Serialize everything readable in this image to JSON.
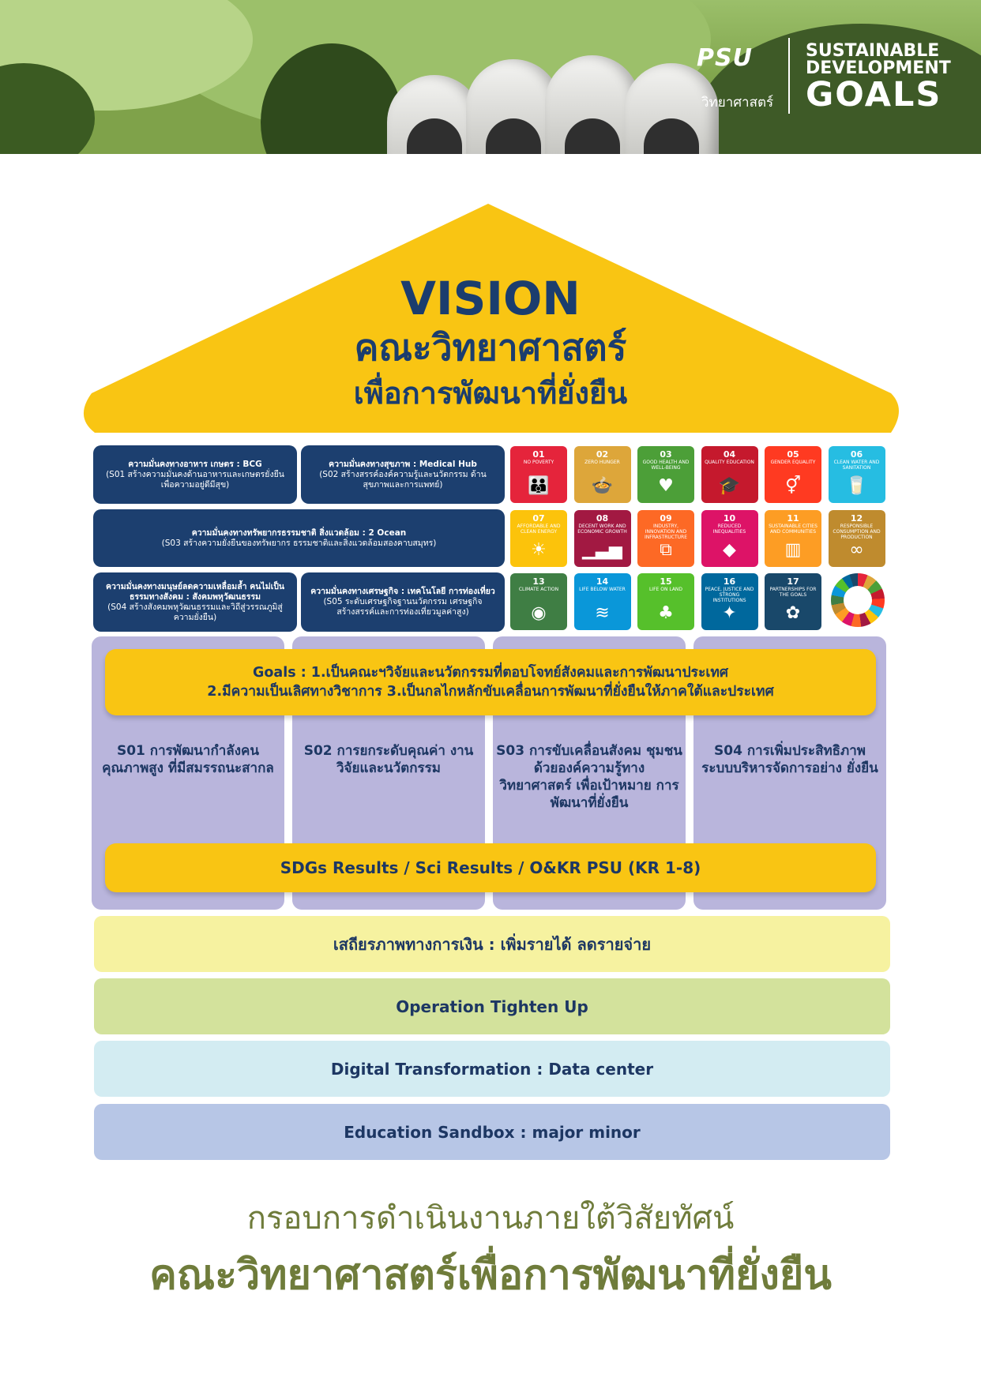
{
  "header": {
    "logo_psu": "PSU",
    "logo_faculty": "วิทยาศาสตร์",
    "sdg_line1": "SUSTAINABLE",
    "sdg_line2": "DEVELOPMENT",
    "sdg_line3": "GOALS"
  },
  "vision": {
    "title": "VISION",
    "line1": "คณะวิทยาศาสตร์",
    "line2": "เพื่อการพัฒนาที่ยั่งยืน"
  },
  "strategy_boxes": [
    {
      "title": "ความมั่นคงทางอาหาร เกษตร : BCG",
      "desc": "(S01 สร้างความมั่นคงด้านอาหารและเกษตรยั่งยืน เพื่อความอยู่ดีมีสุข)"
    },
    {
      "title": "ความมั่นคงทางสุขภาพ : Medical Hub",
      "desc": "(S02 สร้างสรรค์องค์ความรู้และนวัตกรรม ด้านสุขภาพและการแพทย์)"
    },
    {
      "title": "ความมั่นคงทางทรัพยากรธรรมชาติ สิ่งแวดล้อม : 2 Ocean",
      "desc": "(S03 สร้างความยั่งยืนของทรัพยากร ธรรมชาติและสิ่งแวดล้อมสองคาบสมุทร)"
    },
    {
      "title": "ความมั่นคงทางมนุษย์ลดความเหลื่อมล้ำ คนไม่เป็นธรรมทางสังคม : สังคมพหุวัฒนธรรม",
      "desc": "(S04 สร้างสังคมพหุวัฒนธรรมและวิถีสู่วรรณภูมิสู่ความยั่งยืน)"
    },
    {
      "title": "ความมั่นคงทางเศรษฐกิจ : เทคโนโลยี การท่องเที่ยว",
      "desc": "(S05 ระดับเศรษฐกิจฐานนวัตกรรม เศรษฐกิจสร้างสรรค์และการท่องเที่ยวมูลค่าสูง)"
    }
  ],
  "sdgs": [
    {
      "num": "01",
      "label": "NO POVERTY",
      "color": "#e5243b",
      "icon": "family-icon",
      "glyph": "👪"
    },
    {
      "num": "02",
      "label": "ZERO HUNGER",
      "color": "#dda63a",
      "icon": "bowl-icon",
      "glyph": "🍲"
    },
    {
      "num": "03",
      "label": "GOOD HEALTH AND WELL-BEING",
      "color": "#4c9f38",
      "icon": "heartbeat-icon",
      "glyph": "♥"
    },
    {
      "num": "04",
      "label": "QUALITY EDUCATION",
      "color": "#c5192d",
      "icon": "book-icon",
      "glyph": "🎓"
    },
    {
      "num": "05",
      "label": "GENDER EQUALITY",
      "color": "#ff3a21",
      "icon": "gender-icon",
      "glyph": "⚥"
    },
    {
      "num": "06",
      "label": "CLEAN WATER AND SANITATION",
      "color": "#26bde2",
      "icon": "water-icon",
      "glyph": "🥛"
    },
    {
      "num": "07",
      "label": "AFFORDABLE AND CLEAN ENERGY",
      "color": "#fcc30b",
      "icon": "sun-icon",
      "glyph": "☀"
    },
    {
      "num": "08",
      "label": "DECENT WORK AND ECONOMIC GROWTH",
      "color": "#a21942",
      "icon": "growth-chart-icon",
      "glyph": "▁▃▅"
    },
    {
      "num": "09",
      "label": "INDUSTRY, INNOVATION AND INFRASTRUCTURE",
      "color": "#fd6925",
      "icon": "cubes-icon",
      "glyph": "⧉"
    },
    {
      "num": "10",
      "label": "REDUCED INEQUALITIES",
      "color": "#dd1367",
      "icon": "equal-icon",
      "glyph": "◆"
    },
    {
      "num": "11",
      "label": "SUSTAINABLE CITIES AND COMMUNITIES",
      "color": "#fd9d24",
      "icon": "city-icon",
      "glyph": "▥"
    },
    {
      "num": "12",
      "label": "RESPONSIBLE CONSUMPTION AND PRODUCTION",
      "color": "#bf8b2e",
      "icon": "infinity-icon",
      "glyph": "∞"
    },
    {
      "num": "13",
      "label": "CLIMATE ACTION",
      "color": "#3f7e44",
      "icon": "eye-earth-icon",
      "glyph": "◉"
    },
    {
      "num": "14",
      "label": "LIFE BELOW WATER",
      "color": "#0a97d9",
      "icon": "fish-icon",
      "glyph": "≋"
    },
    {
      "num": "15",
      "label": "LIFE ON LAND",
      "color": "#56c02b",
      "icon": "tree-icon",
      "glyph": "♣"
    },
    {
      "num": "16",
      "label": "PEACE, JUSTICE AND STRONG INSTITUTIONS",
      "color": "#00689d",
      "icon": "dove-icon",
      "glyph": "✦"
    },
    {
      "num": "17",
      "label": "PARTNERSHIPS FOR THE GOALS",
      "color": "#19486a",
      "icon": "flower-icon",
      "glyph": "✿"
    }
  ],
  "goals": {
    "line1": "Goals : 1.เป็นคณะฯวิจัยและนวัตกรรมที่ตอบโจทย์สังคมและการพัฒนาประเทศ",
    "line2": "2.มีความเป็นเลิศทางวิชาการ 3.เป็นกลไกหลักขับเคลื่อนการพัฒนาที่ยั่งยืนให้ภาคใต้และประเทศ"
  },
  "pillars": [
    {
      "text": "S01 การพัฒนากำลังคน คุณภาพสูง ที่มีสมรรถนะสากล"
    },
    {
      "text": "S02 การยกระดับคุณค่า งานวิจัยและนวัตกรรม"
    },
    {
      "text": "S03 การขับเคลื่อนสังคม ชุมชน ด้วยองค์ความรู้ทาง วิทยาศาสตร์ เพื่อเป้าหมาย การพัฒนาที่ยั่งยืน"
    },
    {
      "text": "S04 การเพิ่มประสิทธิภาพ ระบบบริหารจัดการอย่าง ยั่งยืน"
    }
  ],
  "results": "SDGs Results / Sci Results / O&KR PSU (KR 1-8)",
  "foundations": [
    {
      "text": "เสถียรภาพทางการเงิน : เพิ่มรายได้ ลดรายจ่าย",
      "color": "#f6f2a0"
    },
    {
      "text": "Operation Tighten Up",
      "color": "#d3e29c"
    },
    {
      "text": "Digital Transformation : Data center",
      "color": "#d3ecf2"
    },
    {
      "text": "Education Sandbox : major minor",
      "color": "#b7c6e6"
    }
  ],
  "footer": {
    "line1": "กรอบการดำเนินงานภายใต้วิสัยทัศน์",
    "line2": "คณะวิทยาศาสตร์เพื่อการพัฒนาที่ยั่งยืน"
  },
  "colors": {
    "navy": "#1c3f6f",
    "yellow": "#f9c513",
    "lavender": "#b9b5dc",
    "olive": "#6f7c3b"
  }
}
